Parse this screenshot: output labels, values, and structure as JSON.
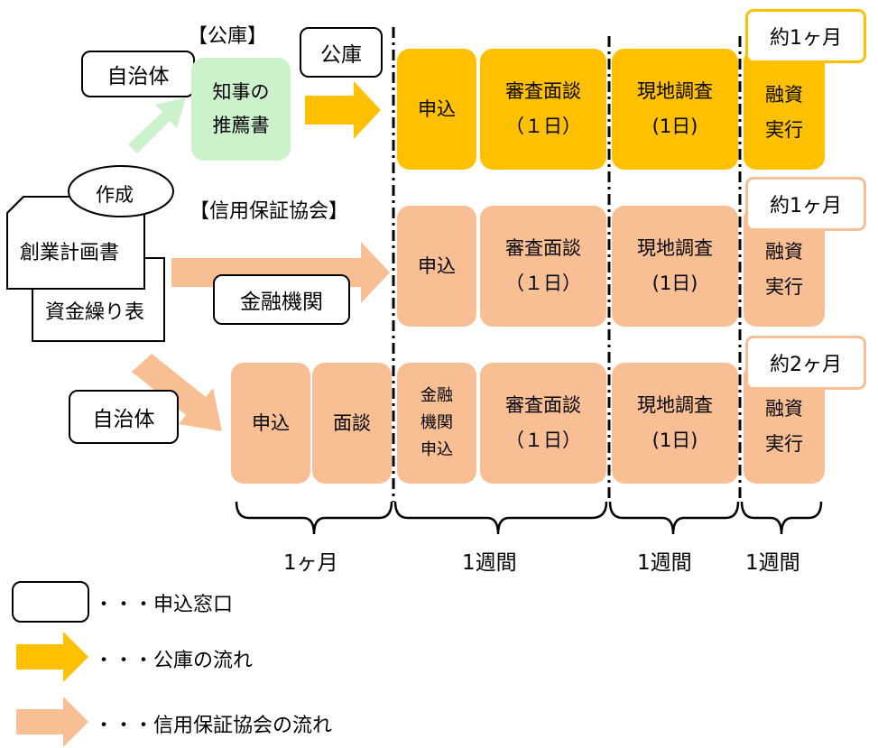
{
  "top": {
    "section_label": "【公庫】",
    "municipality": "自治体",
    "recommendation": "知事の\n推薦書",
    "window_label": "公庫",
    "steps": [
      {
        "label": "申込"
      },
      {
        "label": "審査面談\n（１日）"
      },
      {
        "label": "現地調査\n(1日)"
      },
      {
        "label": "融資\n実行"
      }
    ],
    "period": "約1ヶ月"
  },
  "middle": {
    "section_label": "【信用保証協会】",
    "window_label": "金融機関",
    "steps": [
      {
        "label": "申込"
      },
      {
        "label": "審査面談\n（１日）"
      },
      {
        "label": "現地調査\n(1日)"
      },
      {
        "label": "融資\n実行"
      }
    ],
    "period": "約1ヶ月"
  },
  "bottom": {
    "window_label": "自治体",
    "steps": [
      {
        "label": "申込"
      },
      {
        "label": "面談"
      },
      {
        "label": "金融\n機関\n申込"
      },
      {
        "label": "審査面談\n（１日）"
      },
      {
        "label": "現地調査\n(1日)"
      },
      {
        "label": "融資\n実行"
      }
    ],
    "period": "約2ヶ月"
  },
  "documents": {
    "create": "作成",
    "business_plan": "創業計画書",
    "cash_flow": "資金繰り表"
  },
  "durations": [
    "1ヶ月",
    "1週間",
    "1週間",
    "1週間"
  ],
  "legend": {
    "window": "・・・申込窓口",
    "koko_flow": "・・・公庫の流れ",
    "guarantee_flow": "・・・信用保証協会の流れ"
  },
  "colors": {
    "koko": "#FFC000",
    "guarantee": "#F8BF94",
    "recommendation": "#CCF2CC"
  }
}
